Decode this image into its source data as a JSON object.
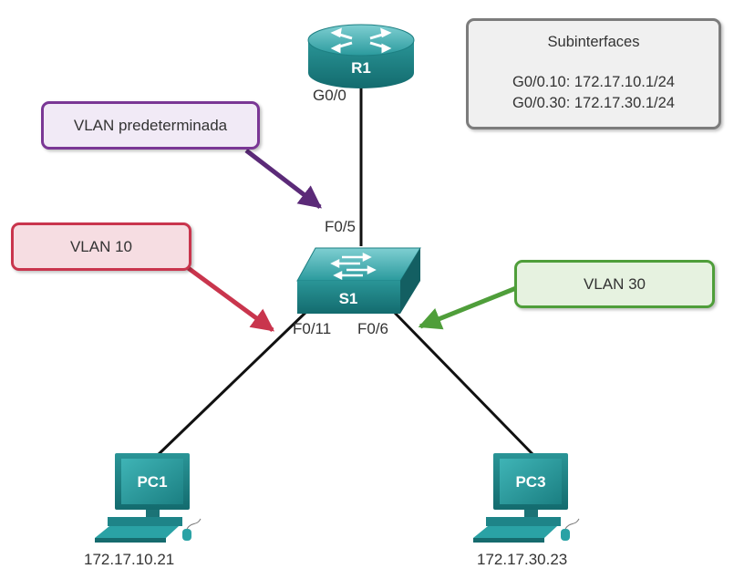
{
  "devices": {
    "router": "R1",
    "switch": "S1",
    "pc1": "PC1",
    "pc3": "PC3"
  },
  "ports": {
    "router_port": "G0/0",
    "switch_uplink": "F0/5",
    "switch_pc1": "F0/11",
    "switch_pc3": "F0/6"
  },
  "ips": {
    "pc1": "172.17.10.21",
    "pc3": "172.17.30.23"
  },
  "callouts": {
    "native": "VLAN predeterminada",
    "vlan10": "VLAN 10",
    "vlan30": "VLAN 30"
  },
  "subinterfaces": {
    "title": "Subinterfaces",
    "line1": "G0/0.10: 172.17.10.1/24",
    "line2": "G0/0.30: 172.17.30.1/24"
  },
  "colors": {
    "device_teal": "#1e8a8c",
    "native_purple": "#7a3795",
    "vlan10_red": "#c9354d",
    "vlan30_green": "#4f9e3a"
  }
}
